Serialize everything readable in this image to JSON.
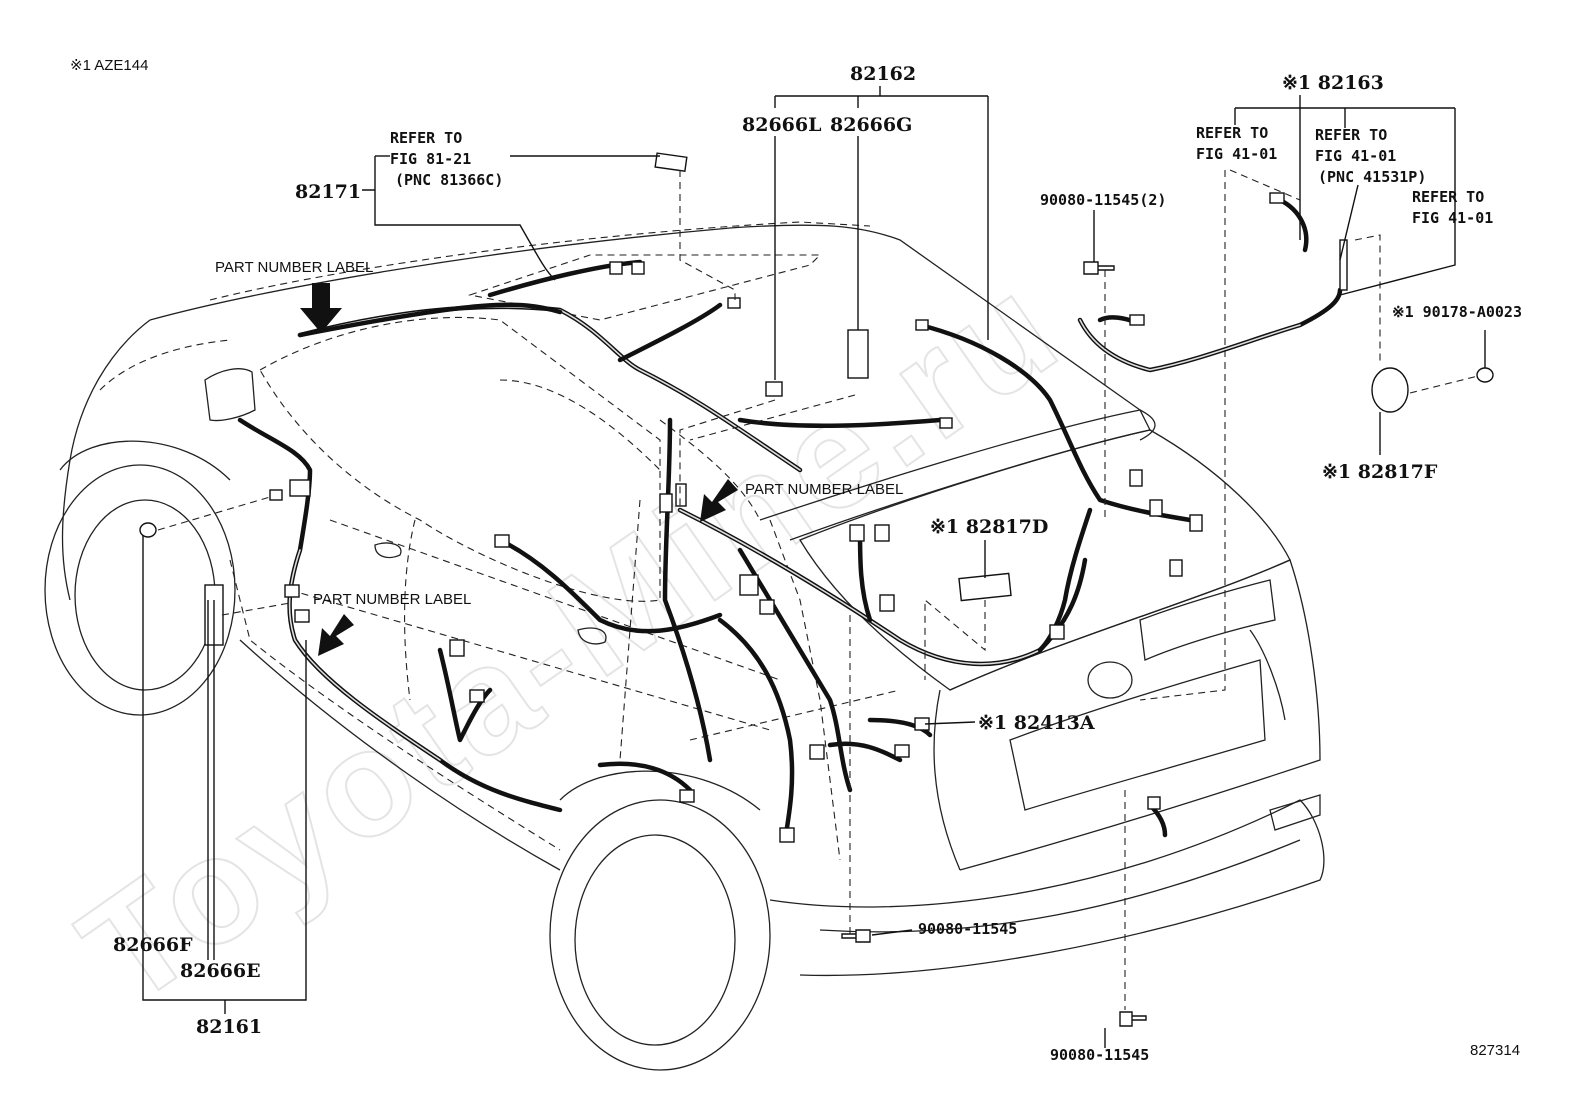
{
  "variant_note": "※1 AZE144",
  "figure_number": "827314",
  "watermark": "Toyota-Mine.ru",
  "part_number_label": "PART NUMBER LABEL",
  "refer_to": "REFER TO",
  "labels": {
    "p82162": "82162",
    "p82666L": "82666L",
    "p82666G": "82666G",
    "p82163": "※1 82163",
    "p82171": "82171",
    "ref_fig_81_21": "FIG 81-21",
    "pnc_81366C": "(PNC 81366C)",
    "ref_fig_41_01": "FIG 41-01",
    "pnc_41531P": "(PNC 41531P)",
    "bolt_2": "90080-11545(2)",
    "p90178": "※1 90178-A0023",
    "p82817F": "※1 82817F",
    "p82817D": "※1 82817D",
    "p82413A": "※1 82413A",
    "bolt_mid": "90080-11545",
    "bolt_bottom": "90080-11545",
    "p82666F": "82666F",
    "p82666E": "82666E",
    "p82161": "82161"
  },
  "colors": {
    "ink": "#111111",
    "watermark": "#e4e4e4"
  }
}
